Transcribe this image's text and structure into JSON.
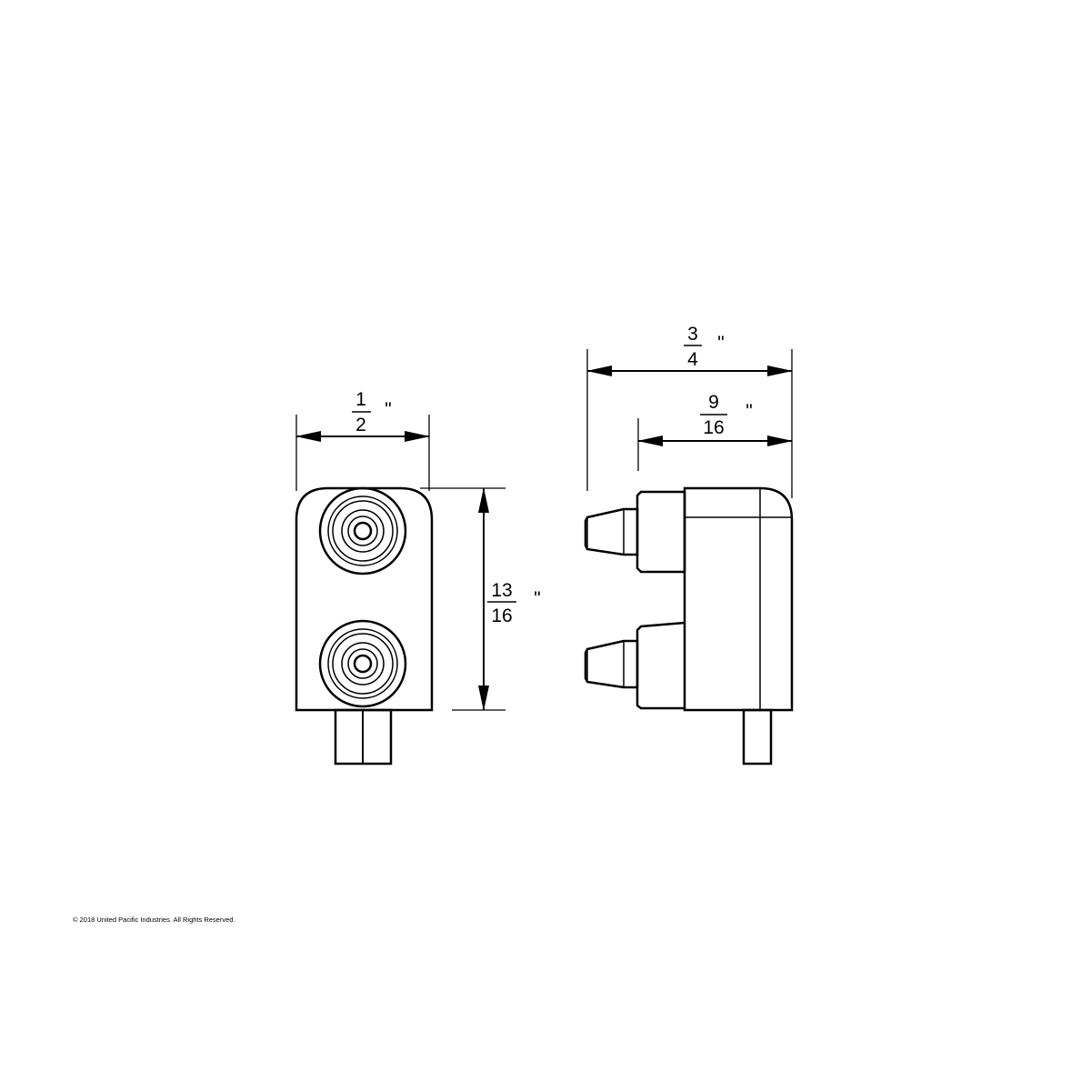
{
  "dimensions": {
    "front_width": {
      "numerator": "1",
      "denominator": "2",
      "unit": "\""
    },
    "front_height": {
      "numerator": "13",
      "denominator": "16",
      "unit": "\""
    },
    "side_overall": {
      "numerator": "3",
      "denominator": "4",
      "unit": "\""
    },
    "side_body": {
      "numerator": "9",
      "denominator": "16",
      "unit": "\""
    }
  },
  "footer": {
    "copyright": "© 2018 United Pacific Industries. All Rights Reserved."
  }
}
